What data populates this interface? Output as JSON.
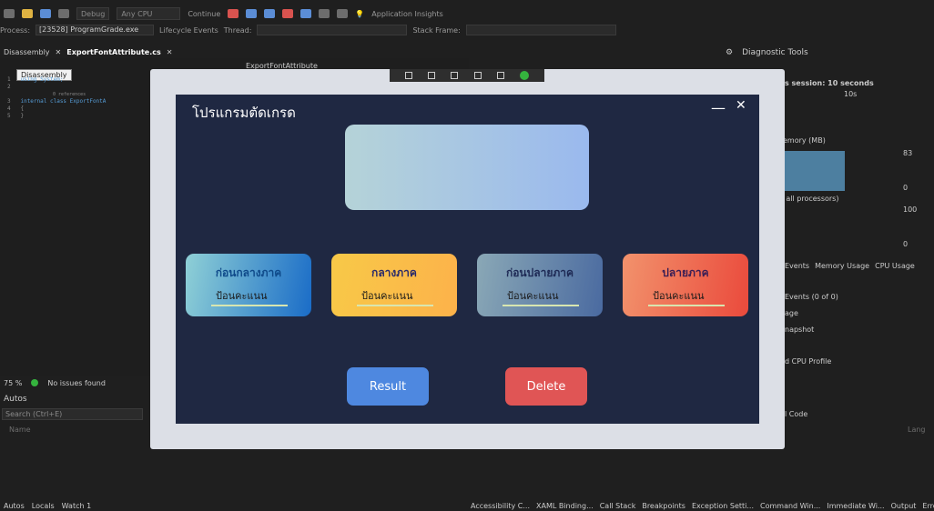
{
  "toolbar": {
    "config": "Debug",
    "platform": "Any CPU",
    "continue": "Continue",
    "insights": "Application Insights"
  },
  "process_bar": {
    "process_label": "Process:",
    "process_value": "[23528] ProgramGrade.exe",
    "lifecycle": "Lifecycle Events",
    "thread": "Thread:",
    "stack_frame": "Stack Frame:"
  },
  "doc_tabs": {
    "tab1": "Disassembly",
    "tab2": "ExportFontAttribute.cs",
    "tooltip": "Disassembly",
    "nav_class": "ExportFontAttribute"
  },
  "code": {
    "line1_num": "1",
    "line1": "using System;",
    "line2_num": "2",
    "refs": "0 references",
    "line3_num": "3",
    "line3": "internal class ExportFontA",
    "line4_num": "4",
    "line4": "{",
    "line5_num": "5",
    "line5": "}"
  },
  "status": {
    "zoom": "75 %",
    "issues": "No issues found"
  },
  "autos": {
    "title": "Autos",
    "search_placeholder": "Search (Ctrl+E)",
    "col_name": "Name"
  },
  "bottom_tabs_left": [
    "Autos",
    "Locals",
    "Watch 1"
  ],
  "bottom_tabs_right": [
    "Accessibility C...",
    "XAML Binding...",
    "Call Stack",
    "Breakpoints",
    "Exception Setti...",
    "Command Win...",
    "Immediate Wi...",
    "Output",
    "Error List"
  ],
  "diagnostics": {
    "title": "Diagnostic Tools",
    "session": "s session: 10 seconds",
    "tick": "10s",
    "memory": "emory (MB)",
    "mem_max": "83",
    "mem_min": "0",
    "cpu": "f all processors)",
    "cpu_max": "100",
    "cpu_min": "0",
    "tabs": [
      "Events",
      "Memory Usage",
      "CPU Usage"
    ],
    "events": "Events (0 of 0)",
    "usage": "age",
    "snapshot": "napshot",
    "cpu_profile": "d CPU Profile",
    "code": "l Code",
    "lang": "Lang"
  },
  "app": {
    "title": "โปรแกรมตัดเกรด",
    "minimize": "—",
    "close": "✕",
    "cards": [
      {
        "title": "ก่อนกลางภาค",
        "placeholder": "ป้อนคะแนน"
      },
      {
        "title": "กลางภาค",
        "placeholder": "ป้อนคะแนน"
      },
      {
        "title": "ก่อนปลายภาค",
        "placeholder": "ป้อนคะแนน"
      },
      {
        "title": "ปลายภาค",
        "placeholder": "ป้อนคะแนน"
      }
    ],
    "result_label": "Result",
    "delete_label": "Delete"
  },
  "colors": {
    "app_bg": "#1f2842",
    "result": "#4e88e0",
    "delete": "#e05555"
  }
}
